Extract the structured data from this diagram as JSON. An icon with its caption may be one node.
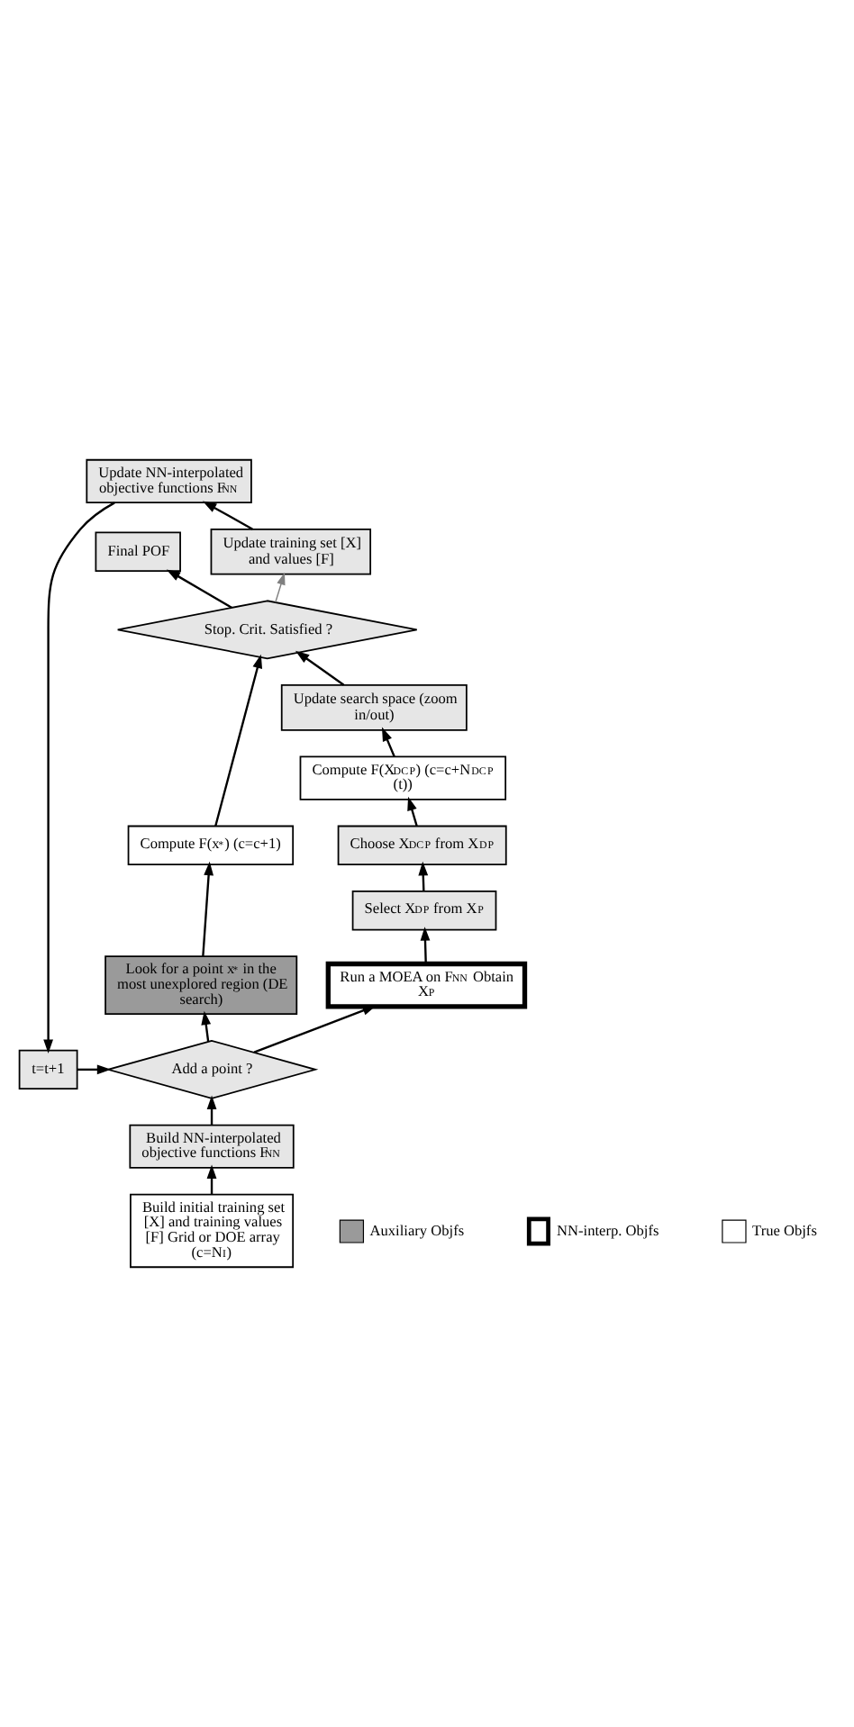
{
  "diagram": {
    "nodes": [
      {
        "text": [
          "Build initial training set [X] and training values [F] Grid or DOE array (c=N$^{I}$)"
        ]
      },
      {
        "text": [
          "Build NN-interpolated objective functions F$^{NN}$"
        ]
      },
      {
        "text": [
          "Add a point ?"
        ]
      },
      {
        "text": [
          "t=t+1"
        ]
      },
      {
        "text": [
          "Run a MOEA on F$^{NN}$ Obtain X$^{P}$"
        ]
      },
      {
        "text": [
          "Select X$_{D}$$^{P}$ from X$^{P}$"
        ]
      },
      {
        "text": [
          "Choose X$_{DC}$$^{P}$ from X$_{D}$$^{P}$"
        ]
      },
      {
        "text": [
          "Compute F(X$_{DC}$$^{P}$) (c=c+N$_{DC}$$^{P}$ (t))"
        ]
      },
      {
        "text": [
          "Update search space (zoom in/out)"
        ]
      },
      {
        "text": [
          "Look for a point x$_{*}$ in the most unexplored region (DE search)"
        ]
      },
      {
        "text": [
          "Compute F(x$_{*}$) (c=c+1)"
        ]
      },
      {
        "text": [
          "Stop. Crit. Satisfied ?"
        ]
      },
      {
        "text": [
          "Update training set [X] and values [F]"
        ]
      },
      {
        "text": [
          "Update NN-interpolated objective functions F$^{NN}$"
        ]
      },
      {
        "text": [
          "Final POF"
        ]
      }
    ],
    "edges": [
      {
        "from": 0,
        "to": 1,
        "arrow": "to"
      },
      {
        "from": 1,
        "to": 2,
        "arrow": "to"
      },
      {
        "from": 3,
        "to": 2,
        "arrow": "to"
      },
      {
        "from": 2,
        "to": 4,
        "arrow": "to"
      },
      {
        "from": 2,
        "to": 9,
        "arrow": "to"
      },
      {
        "from": 4,
        "to": 5,
        "arrow": "to"
      },
      {
        "from": 5,
        "to": 6,
        "arrow": "to"
      },
      {
        "from": 6,
        "to": 7,
        "arrow": "to"
      },
      {
        "from": 7,
        "to": 8,
        "arrow": "to"
      },
      {
        "from": 8,
        "to": 11,
        "arrow": "to"
      },
      {
        "from": 9,
        "to": 10,
        "arrow": "to"
      },
      {
        "from": 10,
        "to": 11,
        "arrow": "to"
      },
      {
        "from": 11,
        "to": 14,
        "arrow": "to"
      },
      {
        "from": 11,
        "to": 12,
        "arrow": "to",
        "color": "#808080"
      },
      {
        "from": 12,
        "to": 13,
        "arrow": "to"
      },
      {
        "from": 13,
        "to": 3,
        "arrow": "to"
      }
    ],
    "legend": [
      {
        "text": "Auxiliary Objfs"
      },
      {
        "text": "NN-interp. Objfs"
      },
      {
        "text": "True Objfs"
      }
    ]
  }
}
